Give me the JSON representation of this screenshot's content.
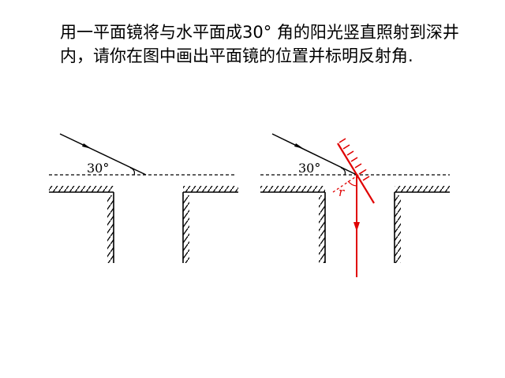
{
  "question_text": "用一平面镜将与水平面成30° 角的阳光竖直照射到深井内，请你在图中画出平面镜的位置并标明反射角.",
  "left_figure": {
    "angle_label": "30°"
  },
  "right_figure": {
    "angle_label": "30°",
    "reflection_angle_label": "r"
  },
  "colors": {
    "answer": "#e00000",
    "ink": "#000000"
  }
}
